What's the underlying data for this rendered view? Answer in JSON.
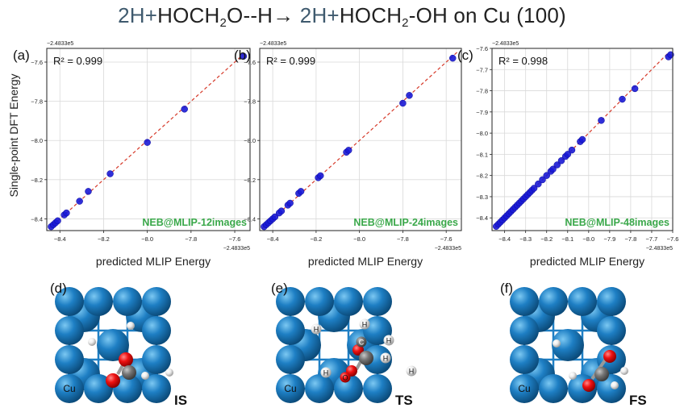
{
  "figure": {
    "title_parts": [
      {
        "text": "2H+",
        "style": "hl"
      },
      {
        "text": "HOCH",
        "style": "rest"
      },
      {
        "text": "2",
        "style": "sub"
      },
      {
        "text": "O--H→ ",
        "style": "rest"
      },
      {
        "text": "2H+",
        "style": "hl"
      },
      {
        "text": "HOCH",
        "style": "rest"
      },
      {
        "text": "2",
        "style": "sub"
      },
      {
        "text": "-OH on Cu (100)",
        "style": "rest"
      }
    ],
    "ylabel": "Single-point DFT Energy",
    "colors": {
      "points": "#1a1ad6",
      "fit_line": "#d63a2a",
      "note": "#3aa84a",
      "cu_atom": "#1e7fc4",
      "oxygen": "#ee1111",
      "carbon": "#777777",
      "hydrogen": "#eeeeee"
    }
  },
  "chart_data": [
    {
      "type": "scatter",
      "panel": "(a)",
      "offset_label": "−2.4833e5",
      "xlabel": "predicted MLIP Energy",
      "ylabel": "Single-point DFT Energy",
      "r2_text": "R² = 0.999",
      "note": "NEB@MLIP-12images",
      "xlim": [
        -8.46,
        -7.53
      ],
      "ylim": [
        -8.46,
        -7.53
      ],
      "xticks": [
        -8.4,
        -8.2,
        -8.0,
        -7.8,
        -7.6
      ],
      "yticks": [
        -8.4,
        -8.2,
        -8.0,
        -7.8,
        -7.6
      ],
      "xtick_labels": [
        "−8.4",
        "−8.2",
        "−8.0",
        "−7.8",
        "−7.6"
      ],
      "ytick_labels": [
        "−8.4",
        "−8.2",
        "−8.0",
        "−7.8",
        "−7.6"
      ],
      "grid": true,
      "points": {
        "x": [
          -8.44,
          -8.43,
          -8.42,
          -8.41,
          -8.38,
          -8.37,
          -8.31,
          -8.27,
          -8.17,
          -8.0,
          -7.83,
          -7.56
        ],
        "y": [
          -8.44,
          -8.43,
          -8.42,
          -8.41,
          -8.38,
          -8.37,
          -8.31,
          -8.26,
          -8.17,
          -8.01,
          -7.84,
          -7.57
        ]
      }
    },
    {
      "type": "scatter",
      "panel": "(b)",
      "offset_label": "−2.4833e5",
      "xlabel": "predicted MLIP Energy",
      "ylabel": "",
      "r2_text": "R² = 0.999",
      "note": "NEB@MLIP-24images",
      "xlim": [
        -8.46,
        -7.53
      ],
      "ylim": [
        -8.46,
        -7.53
      ],
      "xticks": [
        -8.4,
        -8.2,
        -8.0,
        -7.8,
        -7.6
      ],
      "yticks": [
        -8.4,
        -8.2,
        -8.0,
        -7.8,
        -7.6
      ],
      "xtick_labels": [
        "−8.4",
        "−8.2",
        "−8.0",
        "−7.8",
        "−7.6"
      ],
      "ytick_labels": [
        "−8.4",
        "−8.2",
        "−8.0",
        "−7.8",
        "−7.6"
      ],
      "grid": true,
      "points": {
        "x": [
          -8.44,
          -8.43,
          -8.42,
          -8.41,
          -8.4,
          -8.39,
          -8.37,
          -8.36,
          -8.33,
          -8.32,
          -8.28,
          -8.27,
          -8.19,
          -8.18,
          -8.06,
          -8.05,
          -7.8,
          -7.77,
          -7.57
        ],
        "y": [
          -8.44,
          -8.43,
          -8.42,
          -8.41,
          -8.4,
          -8.39,
          -8.37,
          -8.36,
          -8.33,
          -8.32,
          -8.27,
          -8.26,
          -8.19,
          -8.18,
          -8.06,
          -8.05,
          -7.81,
          -7.77,
          -7.58
        ]
      }
    },
    {
      "type": "scatter",
      "panel": "(c)",
      "offset_label": "−2.4833e5",
      "xlabel": "predicted MLIP Energy",
      "ylabel": "",
      "r2_text": "R² = 0.998",
      "note": "NEB@MLIP-48images",
      "xlim": [
        -8.46,
        -7.6
      ],
      "ylim": [
        -8.46,
        -7.6
      ],
      "xticks": [
        -8.4,
        -8.3,
        -8.2,
        -8.1,
        -8.0,
        -7.9,
        -7.8,
        -7.7,
        -7.6
      ],
      "yticks": [
        -8.4,
        -8.3,
        -8.2,
        -8.1,
        -8.0,
        -7.9,
        -7.8,
        -7.7,
        -7.6
      ],
      "xtick_labels": [
        "−8.4",
        "−8.3",
        "−8.2",
        "−8.1",
        "−8.0",
        "−7.9",
        "−7.8",
        "−7.7",
        "−7.6"
      ],
      "ytick_labels": [
        "−8.4",
        "−8.3",
        "−8.2",
        "−8.1",
        "−8.0",
        "−7.9",
        "−7.8",
        "−7.7",
        "−7.6"
      ],
      "grid": true,
      "points": {
        "x": [
          -8.44,
          -8.43,
          -8.42,
          -8.41,
          -8.4,
          -8.39,
          -8.38,
          -8.37,
          -8.36,
          -8.35,
          -8.34,
          -8.33,
          -8.32,
          -8.31,
          -8.3,
          -8.29,
          -8.28,
          -8.27,
          -8.26,
          -8.24,
          -8.22,
          -8.2,
          -8.18,
          -8.17,
          -8.15,
          -8.13,
          -8.11,
          -8.1,
          -8.08,
          -8.04,
          -8.03,
          -7.94,
          -7.84,
          -7.78,
          -7.62,
          -7.61
        ],
        "y": [
          -8.44,
          -8.43,
          -8.42,
          -8.41,
          -8.4,
          -8.39,
          -8.38,
          -8.37,
          -8.36,
          -8.35,
          -8.34,
          -8.33,
          -8.32,
          -8.31,
          -8.3,
          -8.29,
          -8.28,
          -8.27,
          -8.26,
          -8.24,
          -8.22,
          -8.2,
          -8.18,
          -8.17,
          -8.15,
          -8.13,
          -8.11,
          -8.1,
          -8.08,
          -8.04,
          -8.03,
          -7.94,
          -7.84,
          -7.79,
          -7.64,
          -7.63
        ]
      }
    }
  ],
  "structures": [
    {
      "panel": "(d)",
      "label": "IS",
      "atom_label": "Cu",
      "small_labels": []
    },
    {
      "panel": "(e)",
      "label": "TS",
      "atom_label": "Cu",
      "small_labels": [
        "H",
        "H",
        "C",
        "H",
        "O",
        "H",
        "H",
        "H"
      ]
    },
    {
      "panel": "(f)",
      "label": "FS",
      "atom_label": "Cu",
      "small_labels": []
    }
  ]
}
